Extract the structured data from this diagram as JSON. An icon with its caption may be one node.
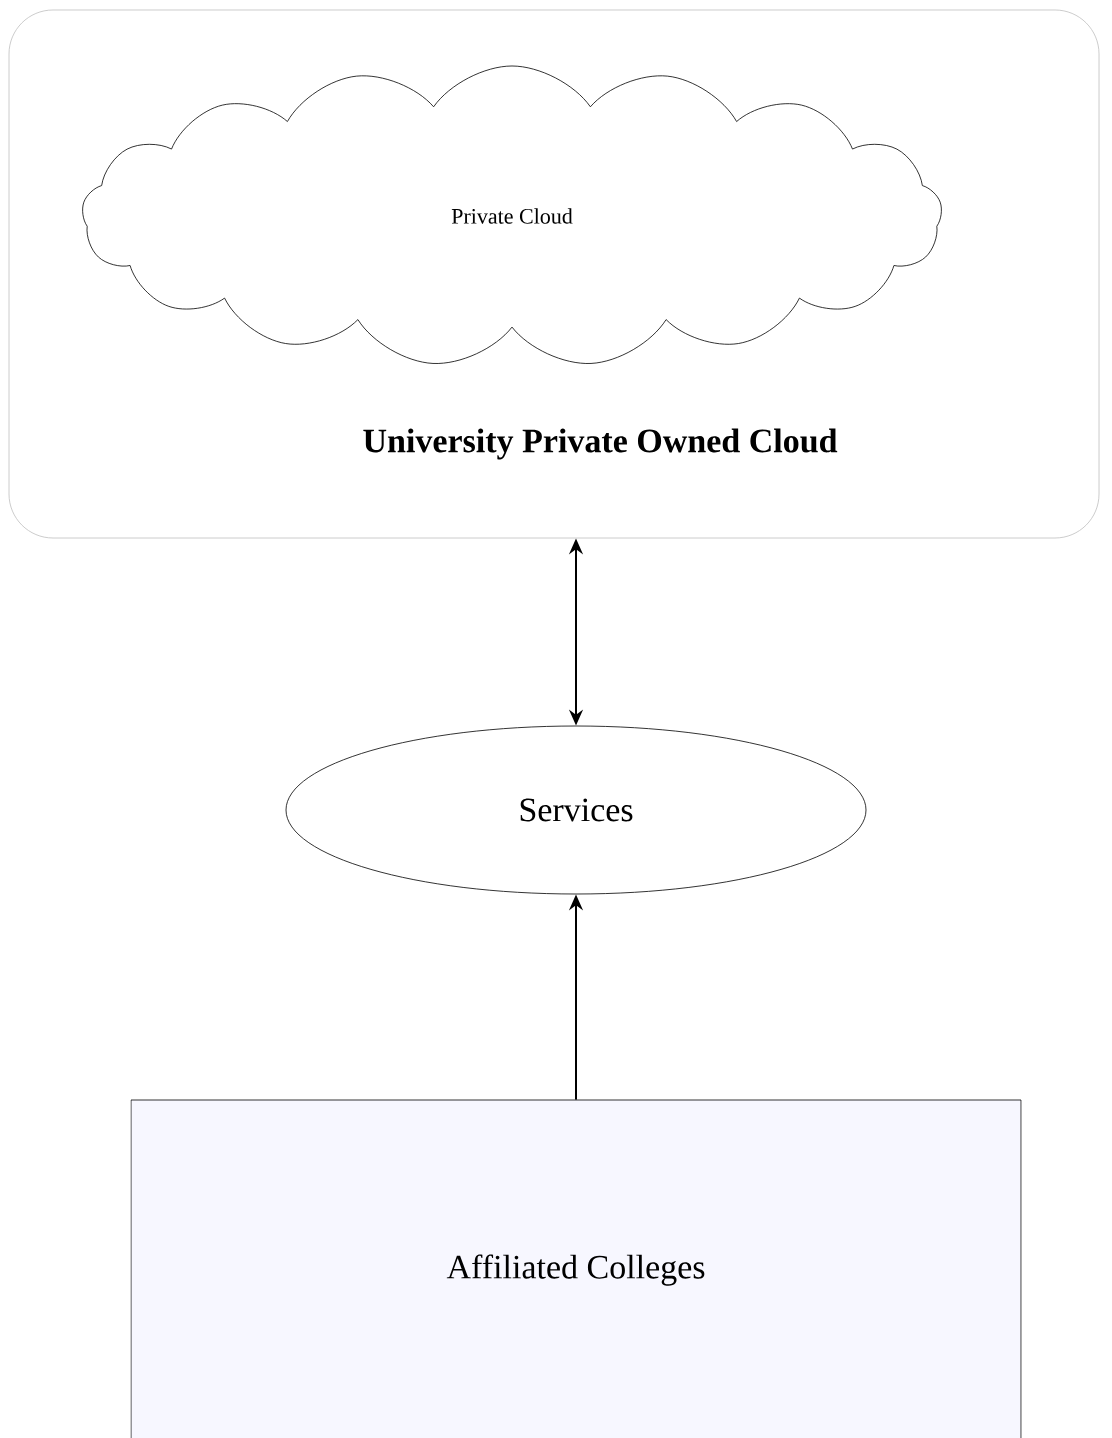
{
  "diagram": {
    "nodes": [
      {
        "text": [
          "University Private Owned Cloud"
        ]
      },
      {
        "text": [
          "Private Cloud"
        ],
        "in": 0
      },
      {
        "text": [
          "Services"
        ]
      },
      {
        "text": [
          "Affiliated Colleges"
        ]
      }
    ],
    "edges": [
      {
        "from": 0,
        "to": 2,
        "arrow": "both"
      },
      {
        "from": 3,
        "to": 2,
        "arrow": "to"
      }
    ]
  }
}
